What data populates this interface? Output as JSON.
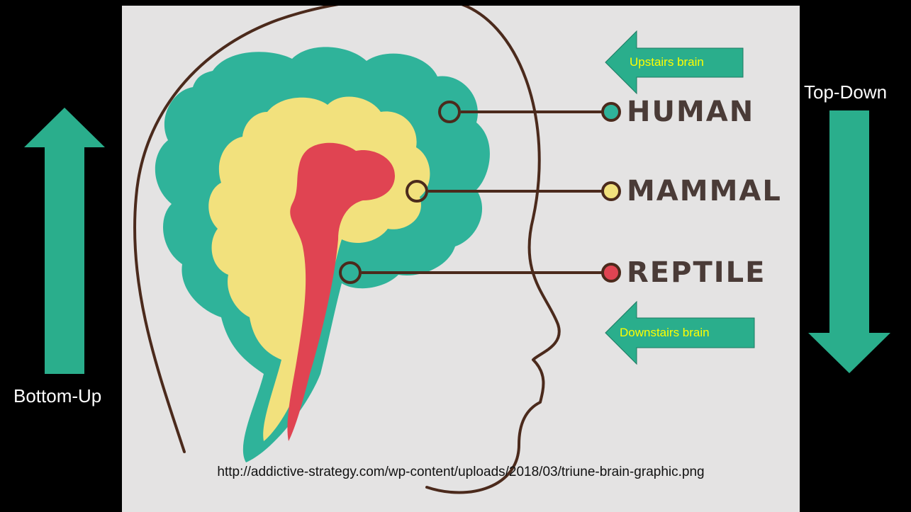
{
  "diagram": {
    "layers": [
      {
        "label": "HUMAN",
        "color": "#2fb39a",
        "text_color": "#4a3b37"
      },
      {
        "label": "MAMMAL",
        "color": "#f2e17d",
        "text_color": "#4a3b37"
      },
      {
        "label": "REPTILE",
        "color": "#e04452",
        "text_color": "#4a3b37"
      }
    ],
    "upstairs_label": "Upstairs brain",
    "downstairs_label": "Downstairs brain",
    "arrow_label_color": "#ffff00",
    "source_caption": "http://addictive-strategy.com/wp-content/uploads/2018/03/triune-brain-graphic.png"
  },
  "sides": {
    "bottom_up_label": "Bottom-Up",
    "top_down_label": "Top-Down",
    "arrow_color": "#2aae8c"
  },
  "colors": {
    "background": "#000000",
    "panel": "#e4e3e3",
    "outline": "#4b2a1c",
    "connector": "#4b2a1c"
  }
}
